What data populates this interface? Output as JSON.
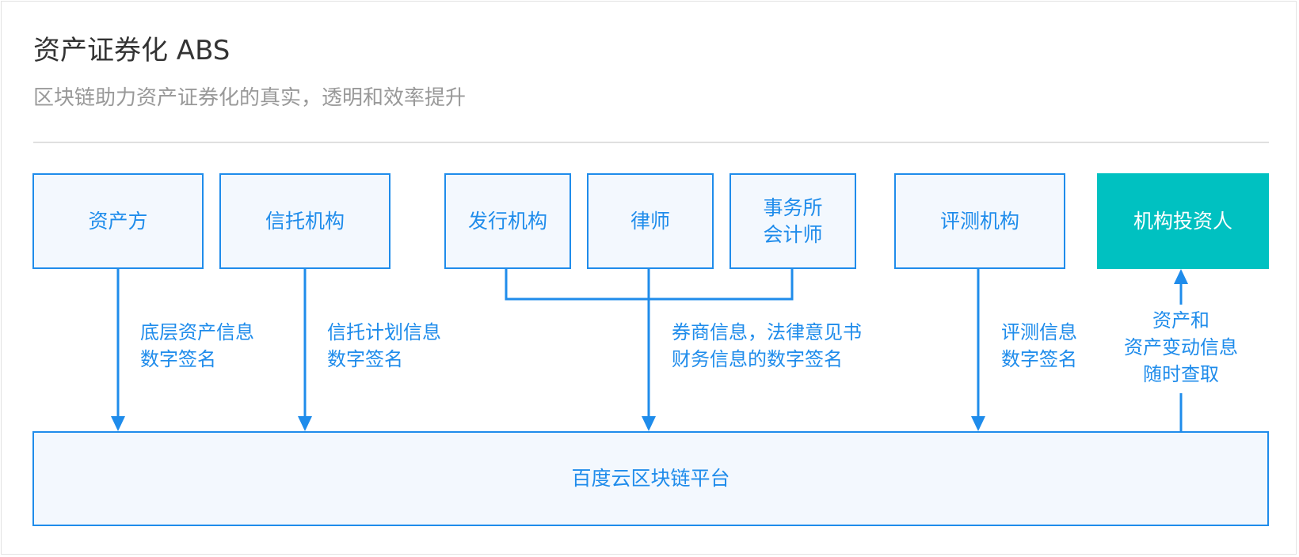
{
  "header": {
    "title": "资产证券化 ABS",
    "subtitle": "区块链助力资产证券化的真实，透明和效率提升"
  },
  "nodes": {
    "asset_owner": "资产方",
    "trust": "信托机构",
    "issuer": "发行机构",
    "lawyer": "律师",
    "accounting_line1": "事务所",
    "accounting_line2": "会计师",
    "rating": "评测机构",
    "investor": "机构投资人",
    "platform": "百度云区块链平台"
  },
  "flows": {
    "asset_owner_line1": "底层资产信息",
    "asset_owner_line2": "数字签名",
    "trust_line1": "信托计划信息",
    "trust_line2": "数字签名",
    "issuer_group_line1": "券商信息，法律意见书",
    "issuer_group_line2": "财务信息的数字签名",
    "rating_line1": "评测信息",
    "rating_line2": "数字签名",
    "investor_line1": "资产和",
    "investor_line2": "资产变动信息",
    "investor_line3": "随时查取"
  },
  "colors": {
    "accent": "#1f8ceb",
    "node_fill": "#f3f8fe",
    "investor_fill": "#00c1c1"
  }
}
